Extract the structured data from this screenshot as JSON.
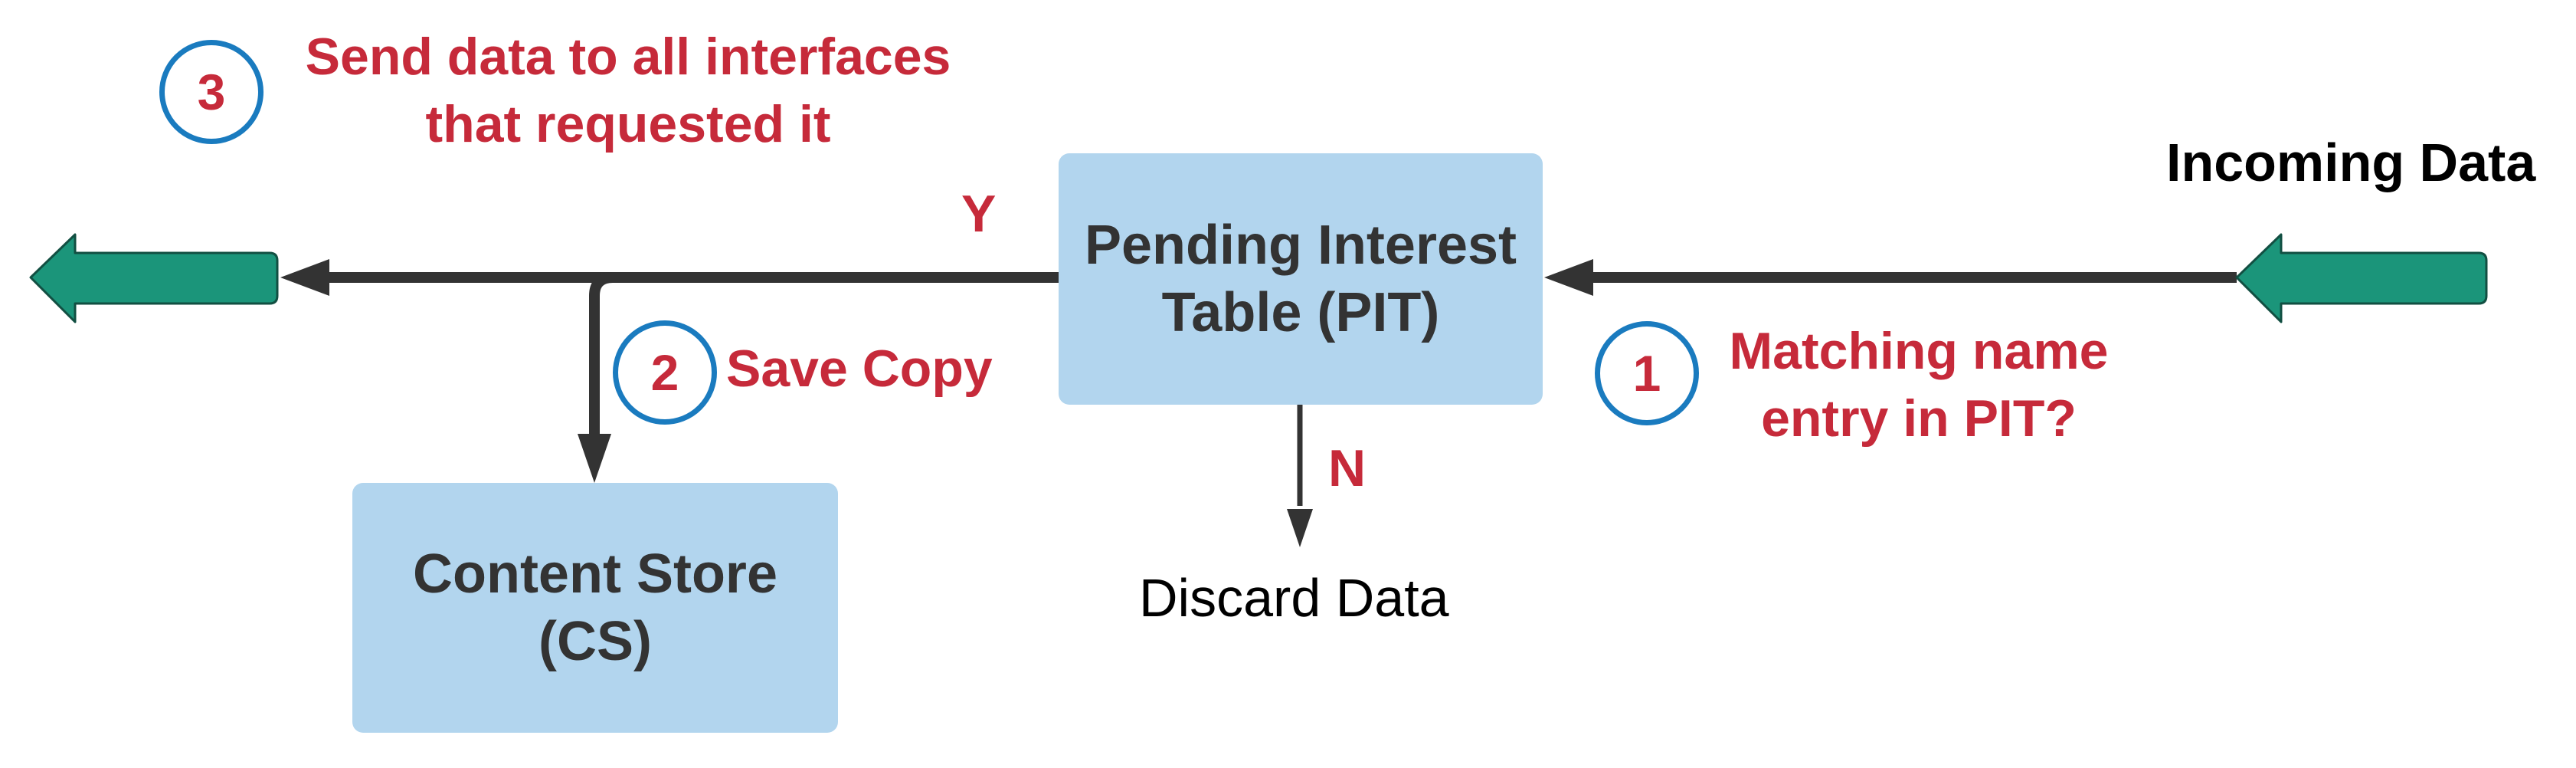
{
  "diagram": {
    "boxes": {
      "pit": {
        "line1": "Pending Interest",
        "line2": "Table (PIT)"
      },
      "cs": {
        "line1": "Content Store",
        "line2": "(CS)"
      }
    },
    "labels": {
      "incoming": "Incoming Data",
      "discard": "Discard Data",
      "yes": "Y",
      "no": "N"
    },
    "steps": [
      {
        "number": "1",
        "line1": "Matching name",
        "line2": "entry in PIT?"
      },
      {
        "number": "2",
        "text": "Save Copy"
      },
      {
        "number": "3",
        "line1": "Send data to all interfaces",
        "line2": "that requested it"
      }
    ],
    "colors": {
      "box_fill": "#b2d5ee",
      "box_text": "#333333",
      "label_red": "#c62a3a",
      "circle_blue": "#1a7bbf",
      "arrow_green": "#1b957a",
      "line_dark": "#333333"
    }
  }
}
